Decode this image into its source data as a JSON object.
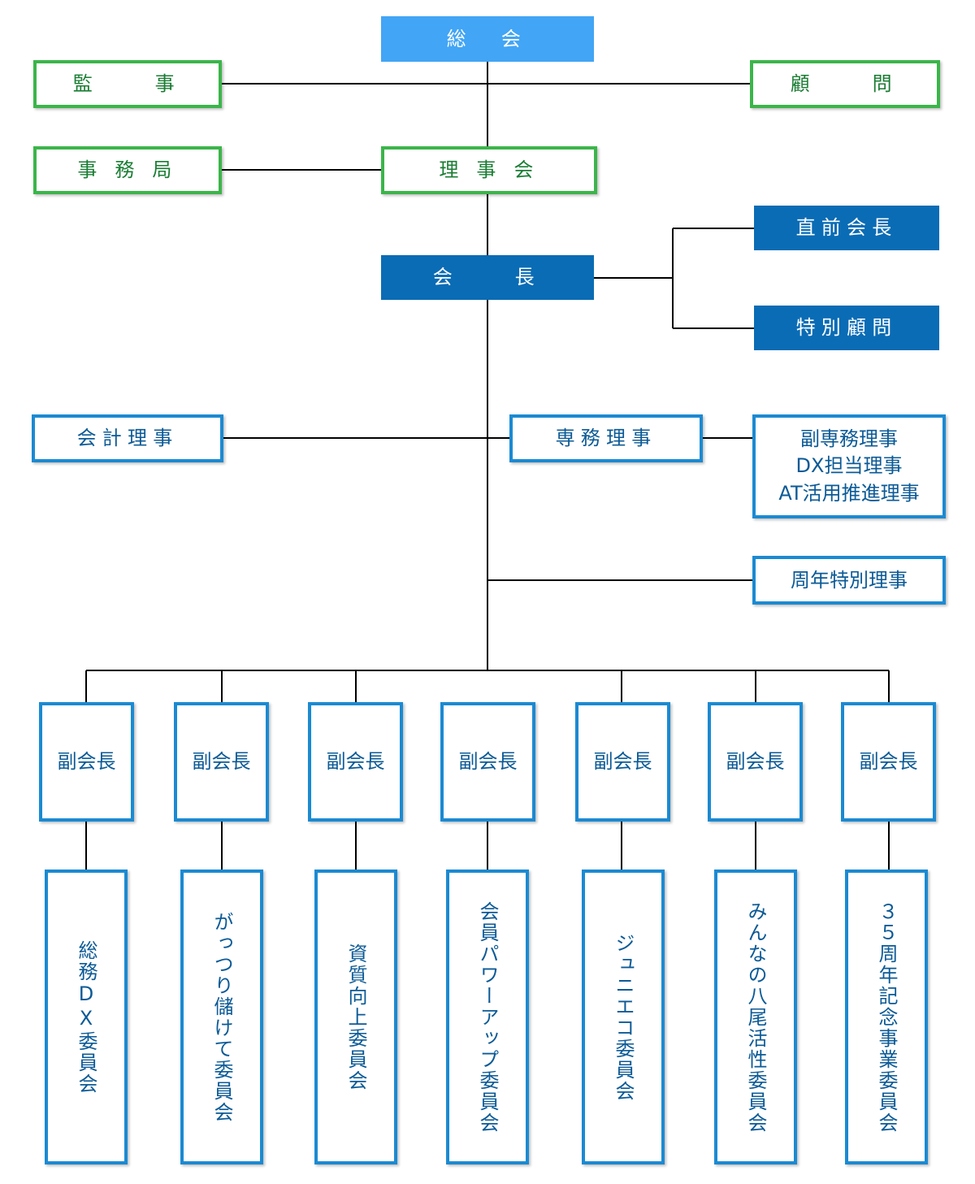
{
  "top": {
    "general_assembly": "総　会"
  },
  "side": {
    "auditor": "監　　事",
    "advisor": "顧　　問",
    "secretariat": "事 務 局"
  },
  "board": "理 事 会",
  "president": "会　　長",
  "president_side": {
    "past_president": "直前会長",
    "special_advisor": "特別顧問"
  },
  "directors": {
    "accounting": "会計理事",
    "executive": "専務理事",
    "deputy_lines": [
      "副専務理事",
      "DX担当理事",
      "AT活用推進理事"
    ],
    "anniversary": "周年特別理事"
  },
  "vice_presidents": [
    {
      "label": "副会長",
      "committee": "総務DX委員会"
    },
    {
      "label": "副会長",
      "committee": "がっつり儲けて委員会"
    },
    {
      "label": "副会長",
      "committee": "資質向上委員会"
    },
    {
      "label": "副会長",
      "committee": "会員パワーアップ委員会"
    },
    {
      "label": "副会長",
      "committee": "ジュニエコ委員会"
    },
    {
      "label": "副会長",
      "committee": "みんなの八尾活性委員会"
    },
    {
      "label": "副会長",
      "committee": "３５周年記念事業委員会"
    }
  ],
  "colors": {
    "light_blue": "#42a5f5",
    "dark_blue": "#0a6cb5",
    "green_border": "#3bb54a",
    "blue_border": "#1b8ad2",
    "line": "#000000"
  }
}
